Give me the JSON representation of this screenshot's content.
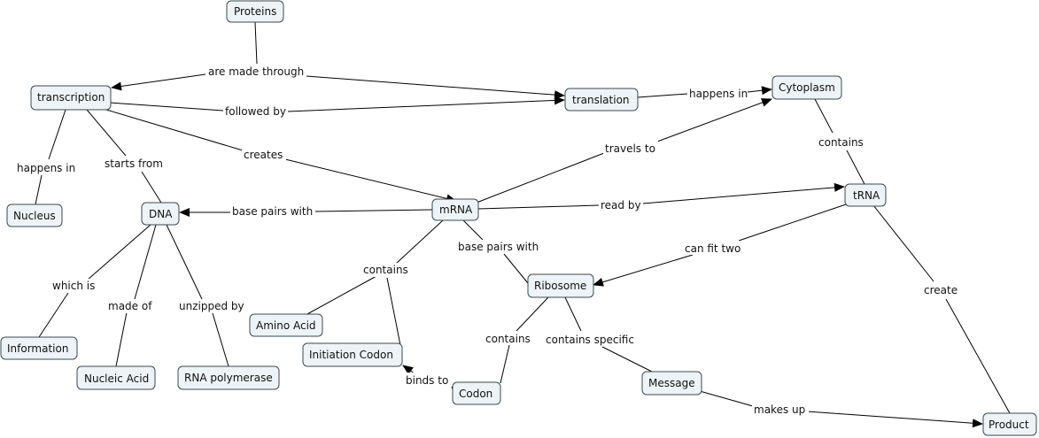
{
  "concepts": {
    "proteins": "Proteins",
    "transcription": "transcription",
    "translation": "translation",
    "cytoplasm": "Cytoplasm",
    "nucleus": "Nucleus",
    "dna": "DNA",
    "mrna": "mRNA",
    "trna": "tRNA",
    "information": "Information",
    "nucleic_acid": "Nucleic Acid",
    "rna_polymerase": "RNA polymerase",
    "amino_acid": "Amino Acid",
    "initiation_codon": "Initiation Codon",
    "ribosome": "Ribosome",
    "codon": "Codon",
    "message": "Message",
    "product": "Product"
  },
  "links": {
    "are_made_through": "are made through",
    "followed_by": "followed by",
    "happens_in_cytoplasm": "happens in",
    "happens_in_nucleus": "happens in",
    "starts_from": "starts from",
    "creates": "creates",
    "travels_to": "travels to",
    "contains_cytoplasm": "contains",
    "base_pairs_with_dna": "base pairs with",
    "read_by": "read by",
    "can_fit_two": "can fit two",
    "base_pairs_with_ribosome": "base pairs with",
    "contains_mrna": "contains",
    "which_is": "which is",
    "made_of": "made of",
    "unzipped_by": "unzipped by",
    "create": "create",
    "contains_ribosome": "contains",
    "contains_specific": "contains specific",
    "binds_to": "binds to",
    "makes_up": "makes up"
  }
}
